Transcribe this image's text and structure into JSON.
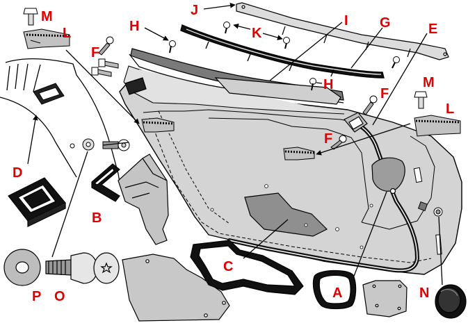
{
  "diagram": {
    "labels": {
      "A": "A",
      "B": "B",
      "C": "C",
      "D": "D",
      "E": "E",
      "F": "F",
      "G": "G",
      "H": "H",
      "I": "I",
      "J": "J",
      "K": "K",
      "L": "L",
      "M": "M",
      "N": "N",
      "O": "O",
      "P": "P"
    },
    "colors": {
      "label": "#e00000",
      "outline": "#000000",
      "panel_fill": "#d4d4d4",
      "part_fill": "#c8c8c8",
      "dark_part": "#9a9a9a",
      "seal": "#111111"
    }
  }
}
